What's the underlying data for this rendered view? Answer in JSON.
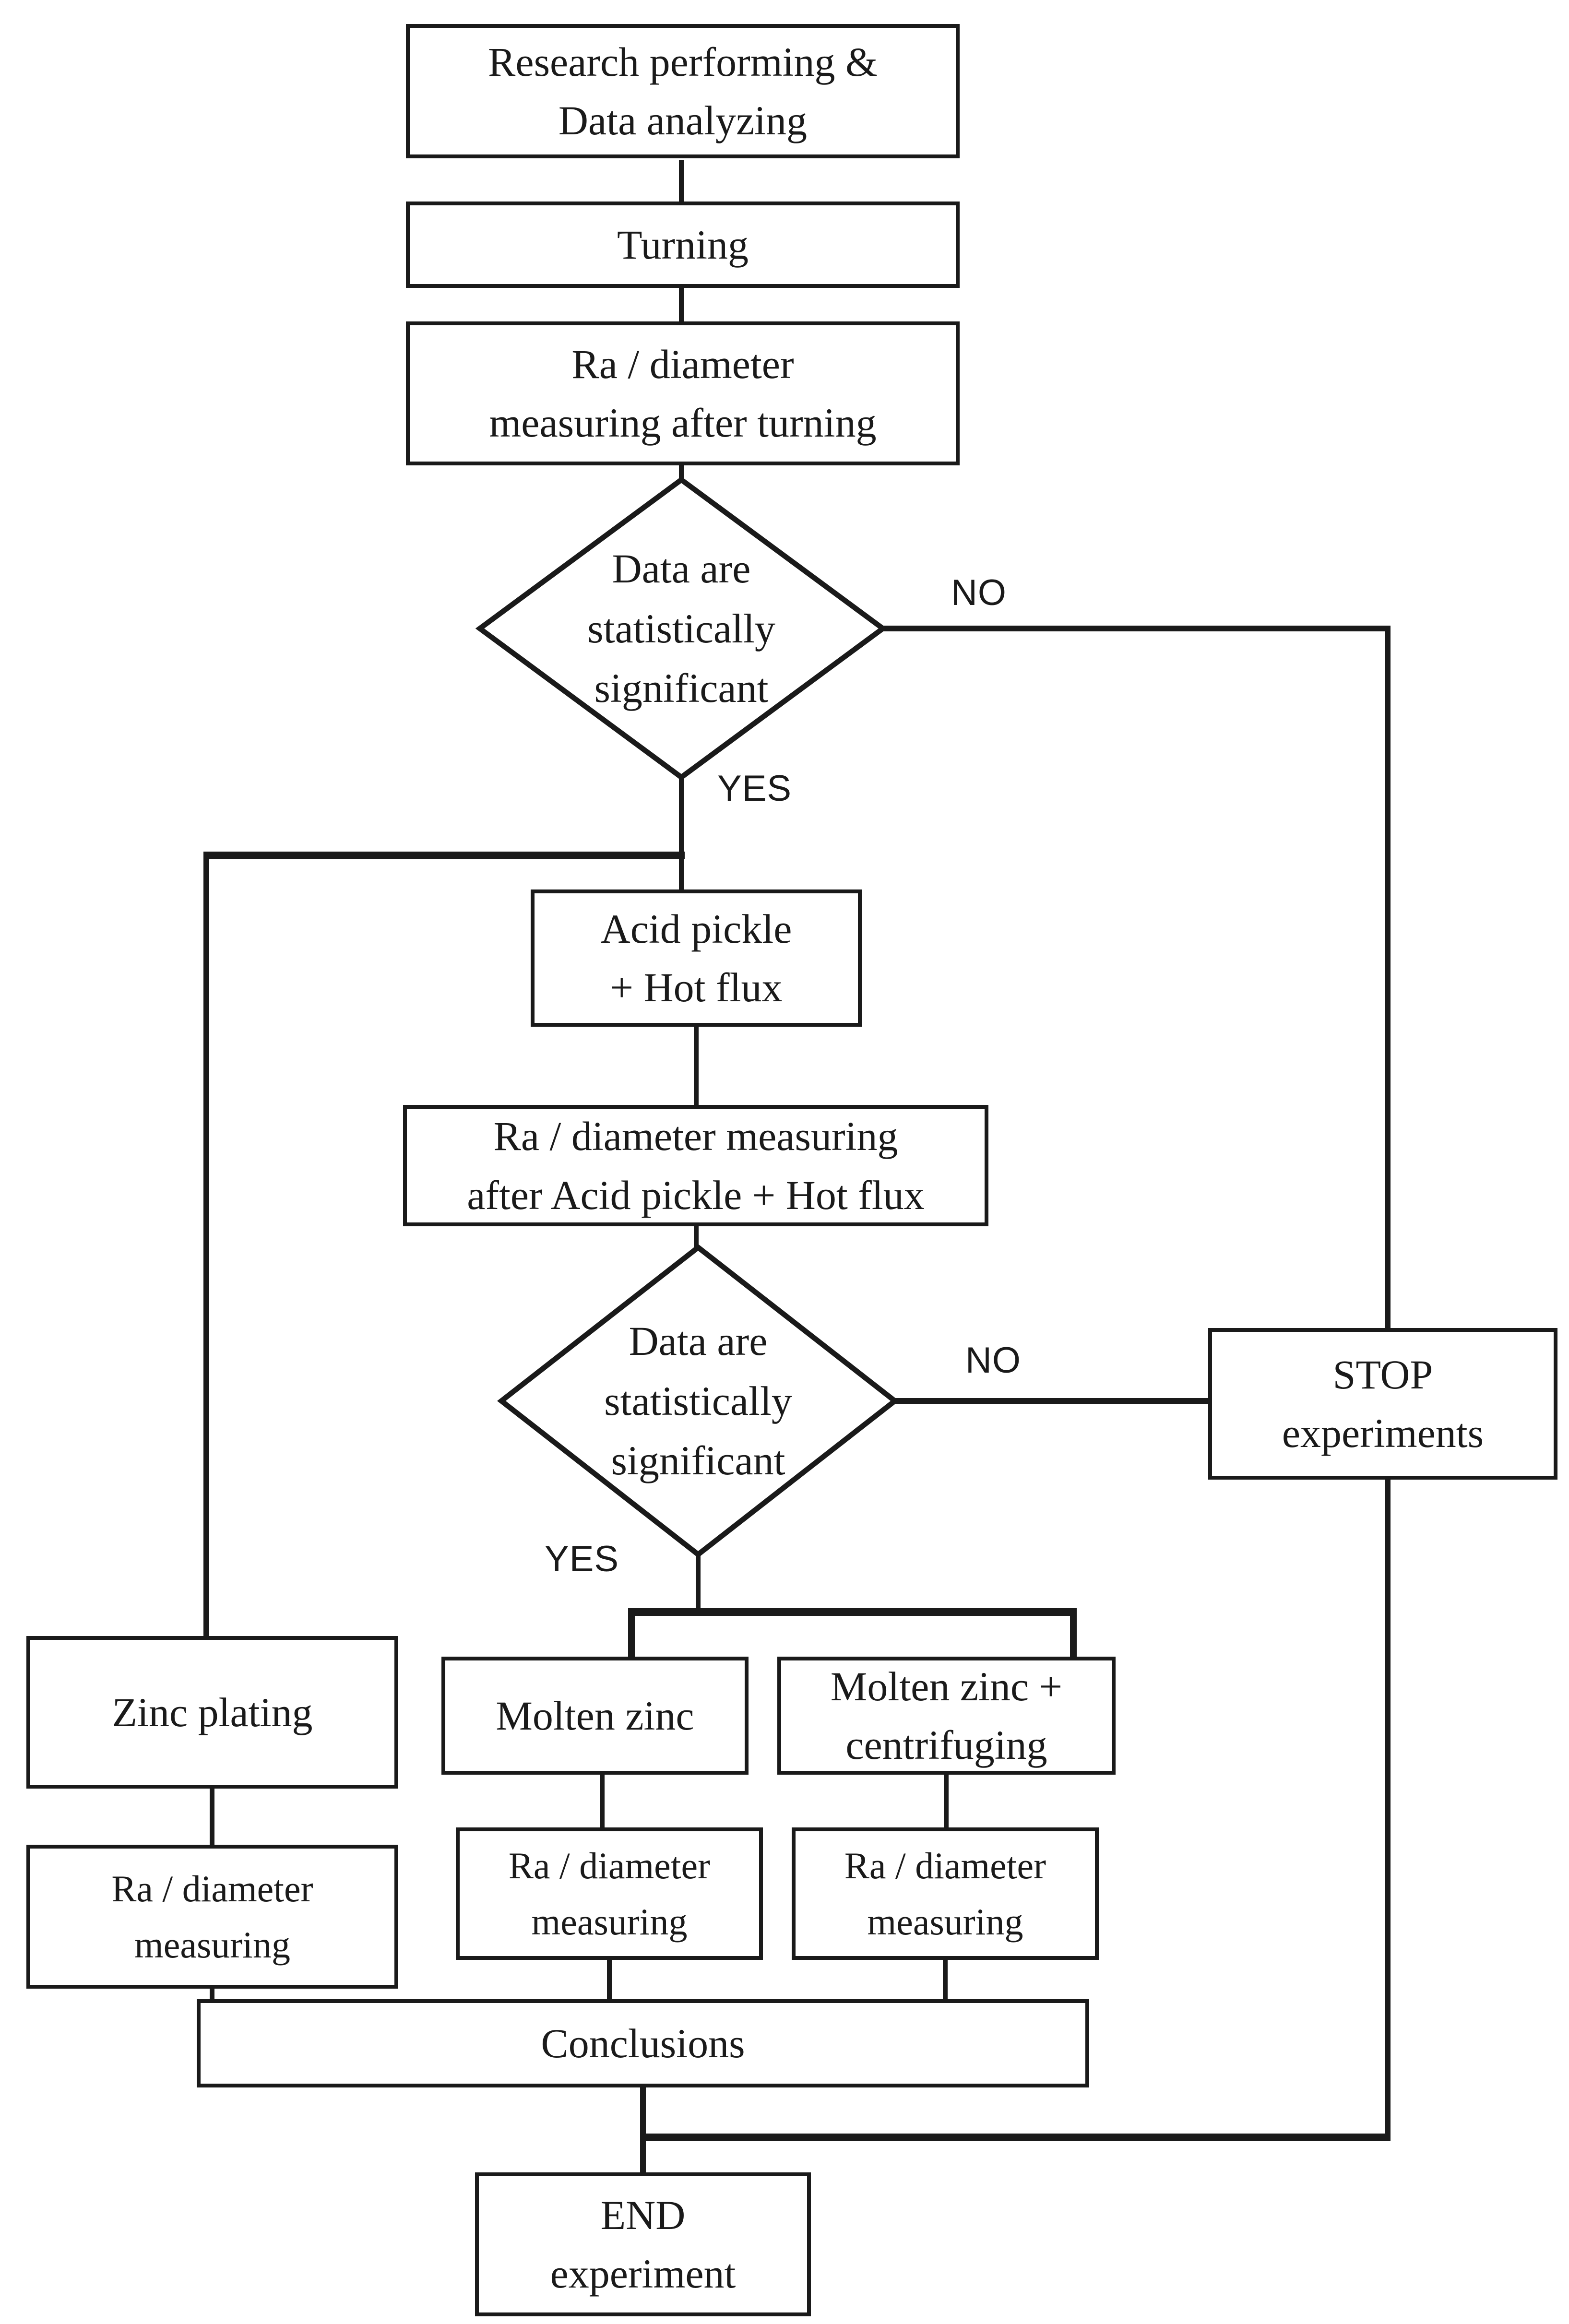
{
  "flowchart": {
    "nodes": {
      "research": "Research performing &\nData analyzing",
      "turning": "Turning",
      "ra_turning": "Ra / diameter\nmeasuring after turning",
      "decision1": "Data are\nstatistically\nsignificant",
      "acid": "Acid pickle\n+ Hot flux",
      "ra_acid": "Ra / diameter measuring\nafter Acid pickle + Hot flux",
      "decision2": "Data are\nstatistically\nsignificant",
      "stop": "STOP\nexperiments",
      "zinc": "Zinc plating",
      "molten": "Molten zinc",
      "molten_cf": "Molten zinc +\ncentrifuging",
      "ra_zinc": "Ra / diameter\nmeasuring",
      "ra_molten": "Ra / diameter\nmeasuring",
      "ra_molten_cf": "Ra / diameter\nmeasuring",
      "conclusions": "Conclusions",
      "end": "END\nexperiment"
    },
    "branch_labels": {
      "no1": "NO",
      "yes1": "YES",
      "no2": "NO",
      "yes2": "YES"
    },
    "colors": {
      "line": "#1a1a1a",
      "text": "#1a1a1a",
      "background": "#ffffff"
    }
  }
}
